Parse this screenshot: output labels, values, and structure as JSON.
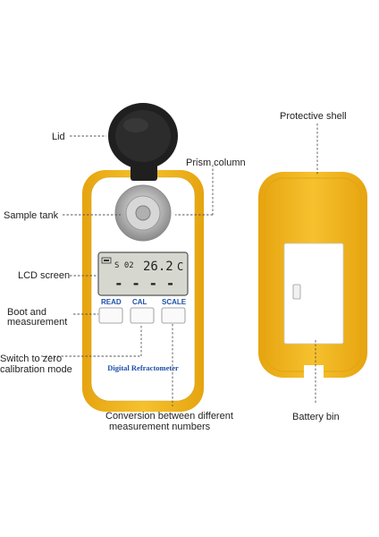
{
  "device": {
    "buttons": [
      "READ",
      "CAL",
      "SCALE"
    ],
    "brand_text": "Digital Refractometer",
    "lcd": {
      "scale": "S 02",
      "temperature": "26.2",
      "temp_unit": "C",
      "dashes": "- - - -"
    }
  },
  "labels": {
    "lid": "Lid",
    "prism_column": "Prism column",
    "sample_tank": "Sample tank",
    "lcd_screen": "LCD screen",
    "boot_line1": "Boot and",
    "boot_line2": "measurement",
    "zero_line1": "Switch to zero",
    "zero_line2": "calibration mode",
    "conversion_line1": "Conversion between different",
    "conversion_line2": "measurement numbers",
    "protective_shell": "Protective shell",
    "battery_bin": "Battery bin"
  },
  "colors": {
    "shell": "#f2b51c",
    "face": "#ffffff",
    "lid": "#1f1f1f",
    "lcd": "#d6d8cf",
    "brand": "#1e4fa8"
  }
}
